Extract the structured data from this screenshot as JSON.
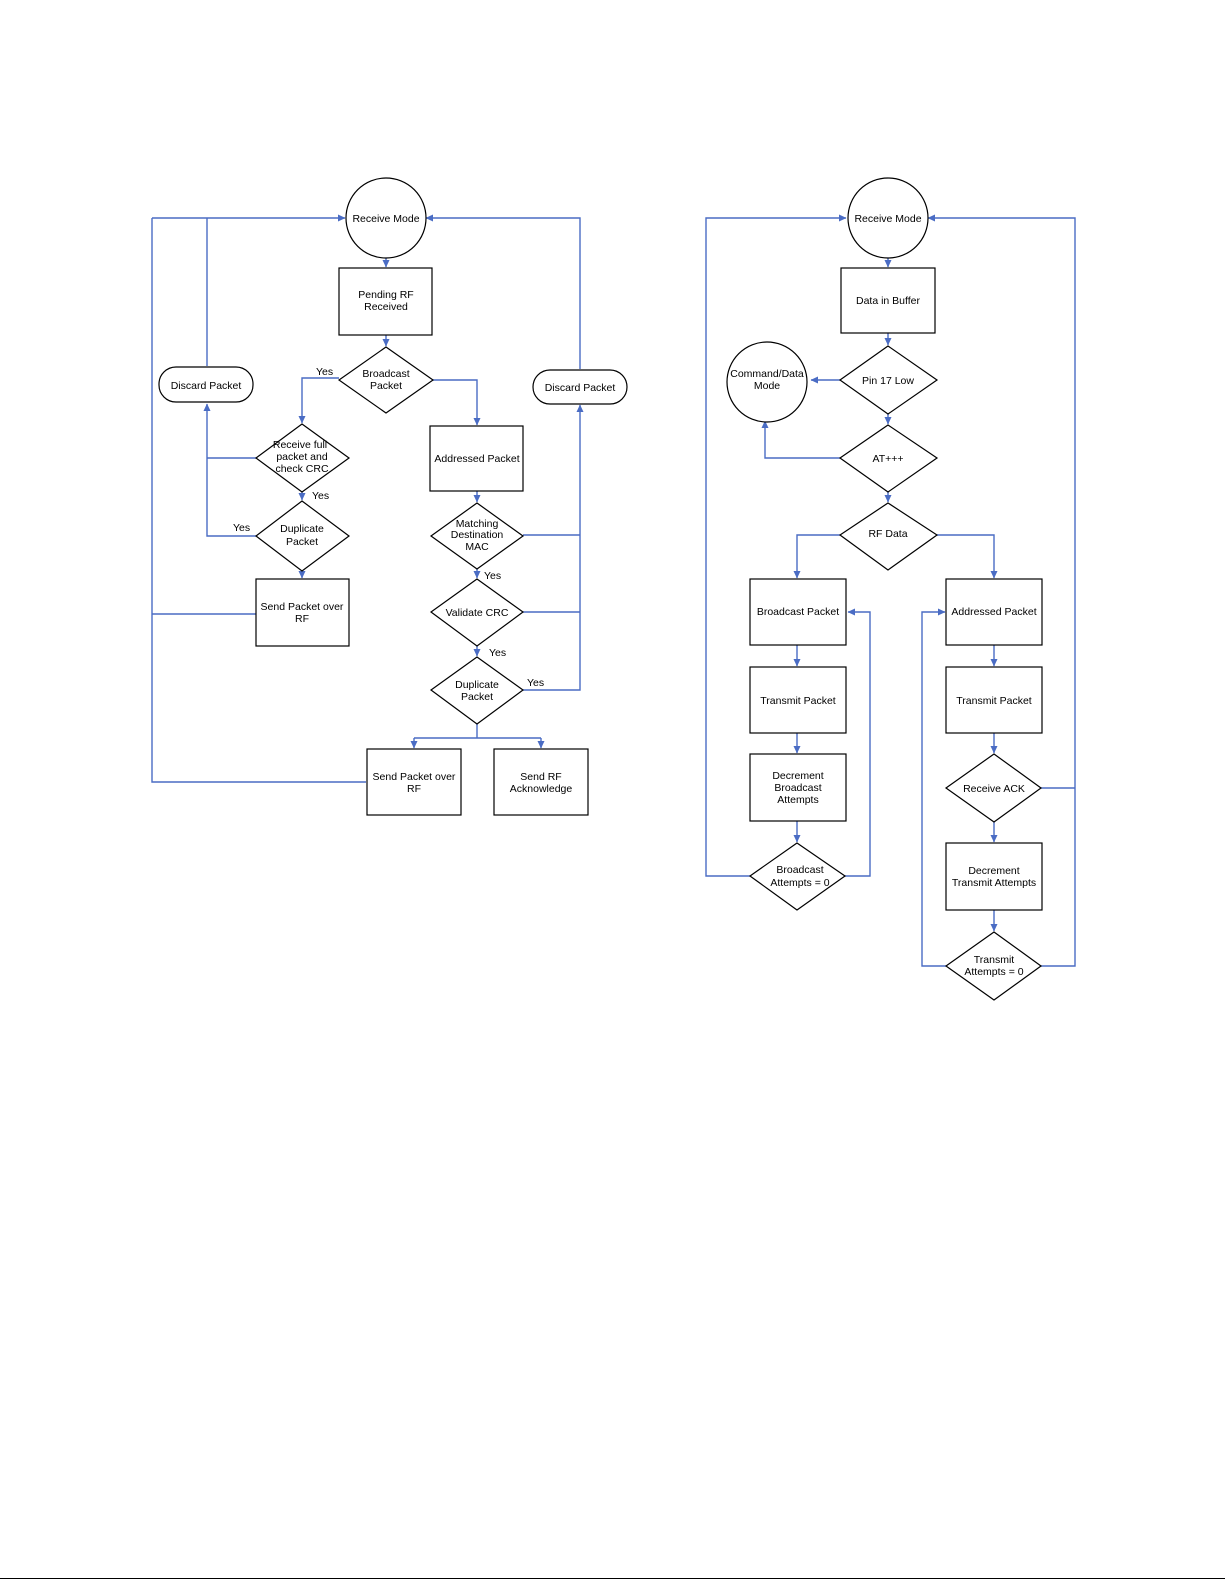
{
  "colors": {
    "connector": "#4A6CC4",
    "outline": "#000000",
    "background": "#ffffff"
  },
  "left_flow": {
    "receive_mode": "Receive Mode",
    "pending_rf": [
      "Pending RF",
      "Received"
    ],
    "broadcast_packet_decision": [
      "Broadcast",
      "Packet"
    ],
    "discard_packet_left": "Discard Packet",
    "discard_packet_right": "Discard Packet",
    "receive_full_packet": [
      "Receive full",
      "packet and",
      "check CRC"
    ],
    "duplicate_packet_left": [
      "Duplicate",
      "Packet"
    ],
    "send_packet_left": [
      "Send Packet over",
      "RF"
    ],
    "addressed_packet": "Addressed Packet",
    "matching_mac": [
      "Matching",
      "Destination",
      "MAC"
    ],
    "validate_crc": "Validate CRC",
    "duplicate_packet_right": [
      "Duplicate",
      "Packet"
    ],
    "send_packet_right": [
      "Send Packet over",
      "RF"
    ],
    "send_rf_ack": [
      "Send RF",
      "Acknowledge"
    ],
    "yes": "Yes"
  },
  "right_flow": {
    "receive_mode": "Receive Mode",
    "data_in_buffer": "Data in Buffer",
    "pin17_low": "Pin 17 Low",
    "command_data_mode": [
      "Command/Data",
      "Mode"
    ],
    "at_plus": "AT+++",
    "rf_data": "RF Data",
    "broadcast_packet": "Broadcast Packet",
    "transmit_packet_left": "Transmit Packet",
    "decrement_broadcast": [
      "Decrement",
      "Broadcast",
      "Attempts"
    ],
    "broadcast_attempts_zero": [
      "Broadcast",
      "Attempts = 0"
    ],
    "addressed_packet": "Addressed Packet",
    "transmit_packet_right": "Transmit Packet",
    "receive_ack": "Receive ACK",
    "decrement_transmit": [
      "Decrement",
      "Transmit Attempts"
    ],
    "transmit_attempts_zero": [
      "Transmit",
      "Attempts = 0"
    ]
  }
}
